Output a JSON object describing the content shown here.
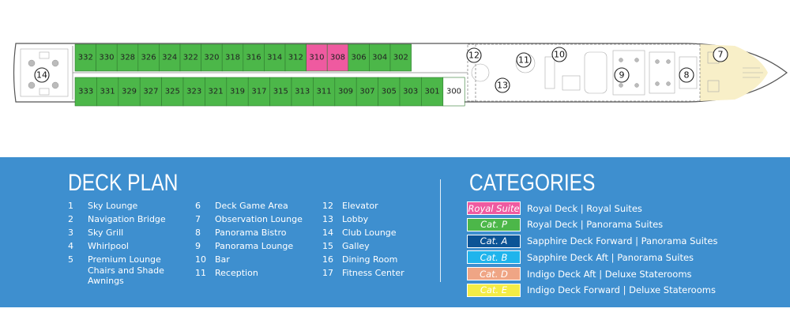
{
  "colors": {
    "royal_suite": "#ef5aa0",
    "cat_p": "#4cb749",
    "cat_a": "#0c5496",
    "cat_b": "#1fb4ec",
    "cat_d": "#efa585",
    "cat_e": "#f4ec45",
    "legend_bg": "#3e8fcf",
    "forward_area": "#f8efc8"
  },
  "deck_map": {
    "top_row_cabins": [
      {
        "number": "332",
        "category": "cat_p"
      },
      {
        "number": "330",
        "category": "cat_p"
      },
      {
        "number": "328",
        "category": "cat_p"
      },
      {
        "number": "326",
        "category": "cat_p"
      },
      {
        "number": "324",
        "category": "cat_p"
      },
      {
        "number": "322",
        "category": "cat_p"
      },
      {
        "number": "320",
        "category": "cat_p"
      },
      {
        "number": "318",
        "category": "cat_p"
      },
      {
        "number": "316",
        "category": "cat_p"
      },
      {
        "number": "314",
        "category": "cat_p"
      },
      {
        "number": "312",
        "category": "cat_p"
      },
      {
        "number": "310",
        "category": "royal_suite"
      },
      {
        "number": "308",
        "category": "royal_suite"
      },
      {
        "number": "306",
        "category": "cat_p"
      },
      {
        "number": "304",
        "category": "cat_p"
      },
      {
        "number": "302",
        "category": "cat_p"
      }
    ],
    "bottom_row_cabins": [
      {
        "number": "333",
        "category": "cat_p"
      },
      {
        "number": "331",
        "category": "cat_p"
      },
      {
        "number": "329",
        "category": "cat_p"
      },
      {
        "number": "327",
        "category": "cat_p"
      },
      {
        "number": "325",
        "category": "cat_p"
      },
      {
        "number": "323",
        "category": "cat_p"
      },
      {
        "number": "321",
        "category": "cat_p"
      },
      {
        "number": "319",
        "category": "cat_p"
      },
      {
        "number": "317",
        "category": "cat_p"
      },
      {
        "number": "315",
        "category": "cat_p"
      },
      {
        "number": "313",
        "category": "cat_p"
      },
      {
        "number": "311",
        "category": "cat_p"
      },
      {
        "number": "309",
        "category": "cat_p"
      },
      {
        "number": "307",
        "category": "cat_p"
      },
      {
        "number": "305",
        "category": "cat_p"
      },
      {
        "number": "303",
        "category": "cat_p"
      },
      {
        "number": "301",
        "category": "cat_p"
      },
      {
        "number": "300",
        "category": "none"
      }
    ],
    "area_markers": [
      "14",
      "12",
      "11",
      "10",
      "13",
      "9",
      "8",
      "7"
    ]
  },
  "legend": {
    "deck_plan_title": "DECK PLAN",
    "categories_title": "CATEGORIES",
    "items": [
      {
        "num": "1",
        "label": "Sky Lounge"
      },
      {
        "num": "2",
        "label": "Navigation Bridge"
      },
      {
        "num": "3",
        "label": "Sky Grill"
      },
      {
        "num": "4",
        "label": "Whirlpool"
      },
      {
        "num": "5",
        "label": "Premium Lounge Chairs and Shade Awnings"
      },
      {
        "num": "6",
        "label": "Deck Game Area"
      },
      {
        "num": "7",
        "label": "Observation Lounge"
      },
      {
        "num": "8",
        "label": "Panorama Bistro"
      },
      {
        "num": "9",
        "label": "Panorama Lounge"
      },
      {
        "num": "10",
        "label": "Bar"
      },
      {
        "num": "11",
        "label": "Reception"
      },
      {
        "num": "12",
        "label": "Elevator"
      },
      {
        "num": "13",
        "label": "Lobby"
      },
      {
        "num": "14",
        "label": "Club Lounge"
      },
      {
        "num": "15",
        "label": "Galley"
      },
      {
        "num": "16",
        "label": "Dining Room"
      },
      {
        "num": "17",
        "label": "Fitness Center"
      }
    ],
    "categories": [
      {
        "label": "Royal Suite",
        "description": "Royal Deck | Royal Suites",
        "color": "#ef5aa0"
      },
      {
        "label": "Cat. P",
        "description": "Royal Deck | Panorama Suites",
        "color": "#4cb749"
      },
      {
        "label": "Cat. A",
        "description": "Sapphire Deck Forward | Panorama Suites",
        "color": "#0c5496"
      },
      {
        "label": "Cat. B",
        "description": "Sapphire Deck Aft | Panorama Suites",
        "color": "#1fb4ec"
      },
      {
        "label": "Cat. D",
        "description": "Indigo Deck Aft | Deluxe Staterooms",
        "color": "#efa585"
      },
      {
        "label": "Cat. E",
        "description": "Indigo Deck Forward | Deluxe Staterooms",
        "color": "#f4ec45"
      }
    ]
  }
}
